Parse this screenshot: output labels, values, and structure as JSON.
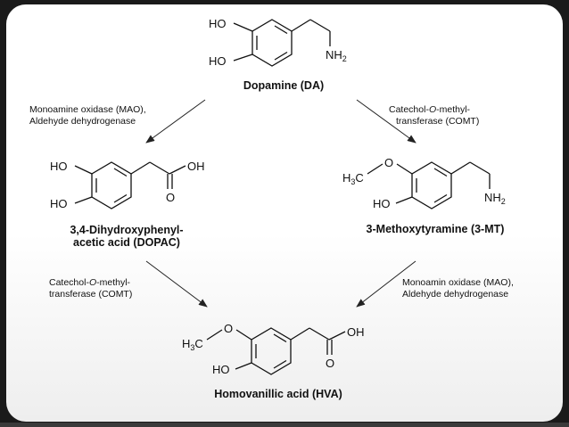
{
  "compounds": {
    "dopamine": {
      "name": "Dopamine (DA)",
      "atoms": {
        "ho_top": "HO",
        "ho_bottom": "HO",
        "nh2": "NH",
        "nh2_sub": "2"
      }
    },
    "dopac": {
      "name_line1": "3,4-Dihydroxyphenyl-",
      "name_line2": "acetic acid (DOPAC)",
      "atoms": {
        "ho_top": "HO",
        "ho_bottom": "HO",
        "oh": "OH",
        "o": "O"
      }
    },
    "mt": {
      "name": "3-Methoxytyramine (3-MT)",
      "atoms": {
        "h3c": "H",
        "h3c_sub": "3",
        "h3c_c": "C",
        "ho": "HO",
        "nh2": "NH",
        "nh2_sub": "2"
      }
    },
    "hva": {
      "name": "Homovanillic acid (HVA)",
      "atoms": {
        "h3c": "H",
        "h3c_sub": "3",
        "h3c_c": "C",
        "ho": "HO",
        "oh": "OH",
        "o": "O"
      }
    }
  },
  "enzymes": {
    "da_to_dopac": {
      "line1": "Monoamine oxidase (MAO),",
      "line2": "Aldehyde dehydrogenase"
    },
    "da_to_mt": {
      "line1": "Catechol-",
      "line1_italic": "O",
      "line1_end": "-methyl-",
      "line2": "transferase (COMT)"
    },
    "dopac_to_hva": {
      "line1": "Catechol-",
      "line1_italic": "O",
      "line1_end": "-methyl-",
      "line2": "transferase (COMT)"
    },
    "mt_to_hva": {
      "line1": "Monoamin oxidase (MAO),",
      "line2": "Aldehyde dehydrogenase"
    }
  },
  "colors": {
    "background": "#1a1a1a",
    "slide": "#ffffff",
    "ink": "#111111"
  }
}
